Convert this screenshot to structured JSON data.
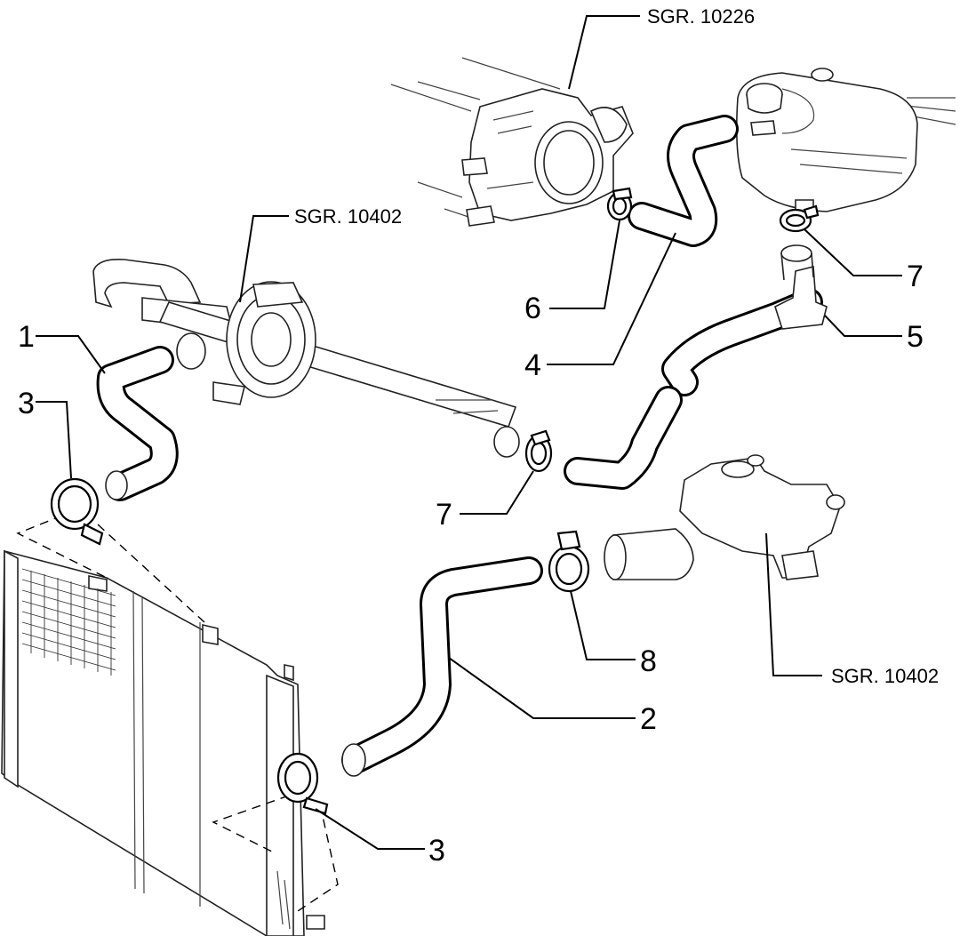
{
  "labels": {
    "sgr_throttle": "SGR. 10226",
    "sgr_pump": "SGR. 10402",
    "sgr_thermostat": "SGR. 10402",
    "part_1": "1",
    "part_2": "2",
    "part_3_upper": "3",
    "part_3_lower": "3",
    "part_4": "4",
    "part_5": "5",
    "part_6": "6",
    "part_7_left": "7",
    "part_7_right": "7",
    "part_8": "8"
  }
}
